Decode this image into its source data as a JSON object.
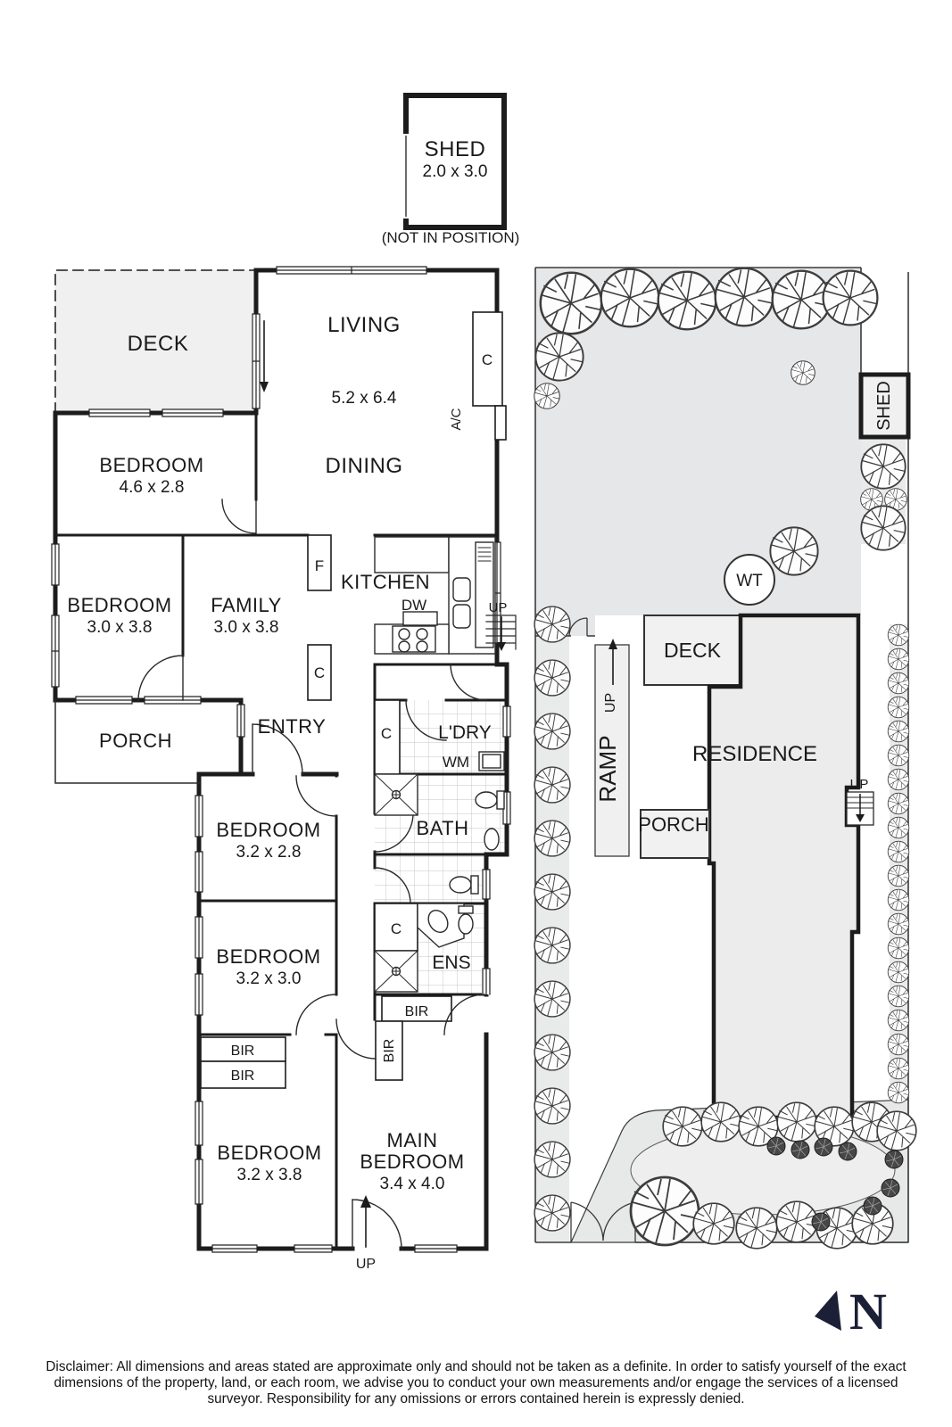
{
  "detached_shed": {
    "label": "SHED",
    "dims": "2.0 x 3.0",
    "note": "(NOT IN POSITION)"
  },
  "floorplan": {
    "deck": "DECK",
    "living": "LIVING",
    "living_dims": "5.2 x 6.4",
    "dining": "DINING",
    "bedroom_top": "BEDROOM",
    "bedroom_top_dims": "4.6 x 2.8",
    "bedroom_left": "BEDROOM",
    "bedroom_left_dims": "3.0 x 3.8",
    "family": "FAMILY",
    "family_dims": "3.0 x 3.8",
    "kitchen": "KITCHEN",
    "porch": "PORCH",
    "entry": "ENTRY",
    "laundry": "L'DRY",
    "bath": "BATH",
    "ens": "ENS",
    "bedroom3": "BEDROOM",
    "bedroom3_dims": "3.2 x 2.8",
    "bedroom4": "BEDROOM",
    "bedroom4_dims": "3.2 x 3.0",
    "bedroom5": "BEDROOM",
    "bedroom5_dims": "3.2 x 3.8",
    "main_bedroom_line1": "MAIN",
    "main_bedroom_line2": "BEDROOM",
    "main_bedroom_dims": "3.4 x 4.0"
  },
  "glyphs": {
    "c": "C",
    "f": "F",
    "ac": "A/C",
    "dw": "DW",
    "wm": "WM",
    "bir": "BIR",
    "up": "UP"
  },
  "site": {
    "shed": "SHED",
    "water_tank": "WT",
    "deck": "DECK",
    "ramp": "RAMP",
    "ramp_up": "UP",
    "residence": "RESIDENCE",
    "porch": "PORCH",
    "stairs_up": "UP"
  },
  "compass": {
    "north": "N"
  },
  "colors": {
    "wall": "#1c1c1c",
    "shade": "#ececec",
    "yard": "#e6e7e8",
    "navy": "#1b2036"
  },
  "disclaimer": "Disclaimer: All dimensions and areas stated are approximate only and should not be taken as a definite. In order to satisfy yourself of the exact dimensions of the property, land, or each room, we advise you to conduct your own measurements and/or engage the services of a licensed surveyor. Responsibility for any omissions or errors contained herein is expressly denied."
}
